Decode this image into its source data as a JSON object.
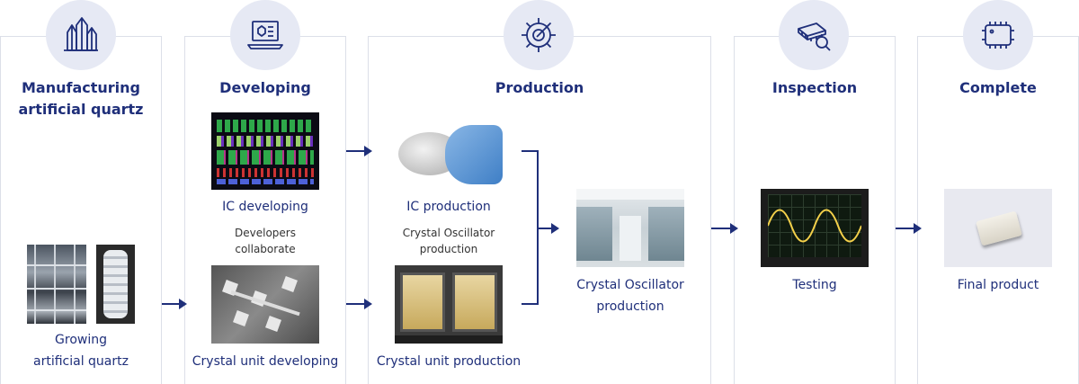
{
  "stages": [
    {
      "title_line1": "Manufacturing",
      "title_line2": "artificial quartz",
      "icon": "crystal-icon"
    },
    {
      "title": "Developing",
      "icon": "laptop-design-icon"
    },
    {
      "title": "Production",
      "icon": "gear-icon"
    },
    {
      "title": "Inspection",
      "icon": "chip-magnifier-icon"
    },
    {
      "title": "Complete",
      "icon": "chip-icon"
    }
  ],
  "labels": {
    "growing_line1": "Growing",
    "growing_line2": "artificial quartz",
    "ic_developing": "IC developing",
    "developers_line1": "Developers",
    "developers_line2": "collaborate",
    "crystal_unit_developing": "Crystal unit developing",
    "ic_production": "IC production",
    "co_production_sub_line1": "Crystal Oscillator",
    "co_production_sub_line2": "production",
    "crystal_unit_production": "Crystal unit production",
    "co_production_line1": "Crystal Oscillator",
    "co_production_line2": "production",
    "testing": "Testing",
    "final_product": "Final product"
  },
  "colors": {
    "accent": "#1f2f7a",
    "circle": "#e6e9f4",
    "border": "#dcdfe8"
  }
}
